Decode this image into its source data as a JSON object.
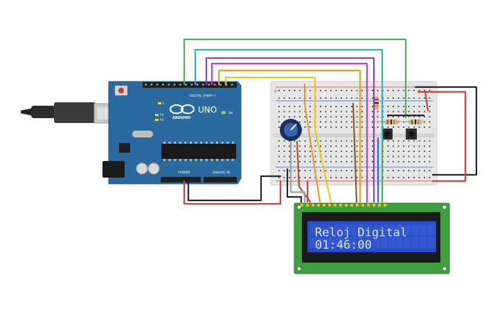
{
  "arduino": {
    "brand_text": "ARDUINO",
    "model_text": "UNO",
    "digital_header_label": "DIGITAL (PWM~)",
    "power_label": "POWER",
    "analog_label": "ANALOG IN",
    "on_label": "ON",
    "tx_label": "TX",
    "rx_label": "RX",
    "l_label": "L"
  },
  "lcd": {
    "line1": "Reloj Digital",
    "line2": "01:46:00"
  },
  "colors": {
    "arduino_board": "#2a6a9e",
    "lcd_pcb": "#3f9e3f",
    "lcd_screen": "#2a4cc4",
    "breadboard": "#e8e8e8",
    "wire_green": "#4caf50",
    "wire_cyan": "#2cb3c7",
    "wire_purple": "#8e44ad",
    "wire_magenta": "#c040c0",
    "wire_orange": "#e6a020",
    "wire_yellow": "#f0c419",
    "wire_red": "#e53935",
    "wire_black": "#222222",
    "wire_brown": "#8d5a2b",
    "wire_gray": "#9e9e9e"
  },
  "components": {
    "potentiometer": "potentiometer-icon",
    "buttons": [
      "push-button-1",
      "push-button-2"
    ],
    "resistors": [
      "resistor-1",
      "resistor-2",
      "resistor-3"
    ],
    "usb": "usb-cable-icon"
  }
}
